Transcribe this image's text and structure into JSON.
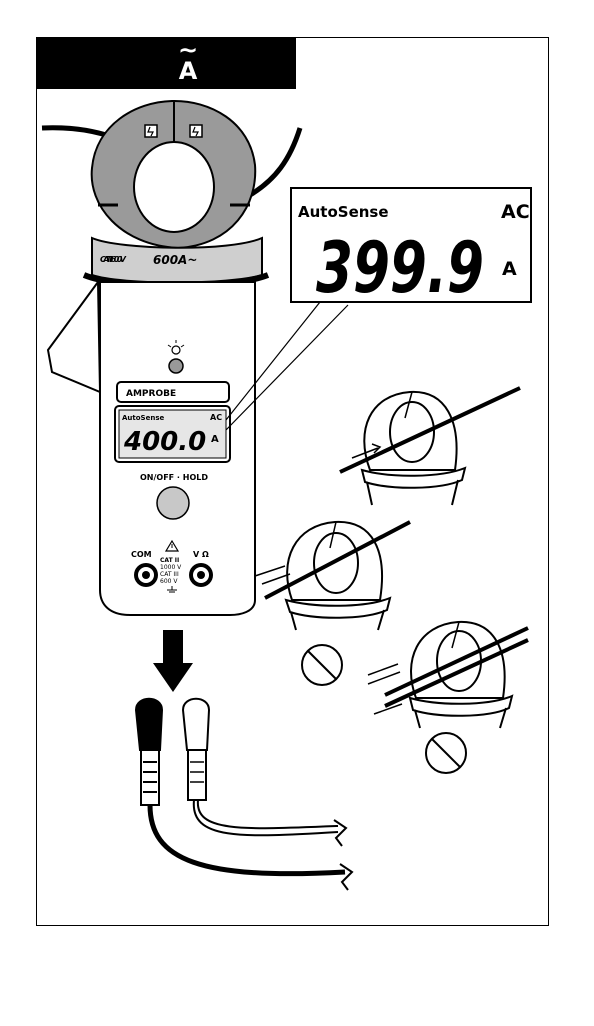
{
  "header": {
    "mode_tilde": "~",
    "mode_letter": "A"
  },
  "meter": {
    "brand": "AMPROBE",
    "jaw_rating": "600A~",
    "jaw_cat": "CAT III 600V",
    "lcd_mode": "AutoSense",
    "lcd_type": "AC",
    "lcd_value": "400.0",
    "lcd_unit": "A",
    "power_hold_label": "ON/OFF · HOLD",
    "com_label": "COM",
    "vohm_label": "V Ω",
    "cat_line1": "CAT II",
    "cat_line2": "1000 V",
    "cat_line3": "CAT III",
    "cat_line4": "600 V"
  },
  "callout_display": {
    "mode": "AutoSense",
    "type": "AC",
    "value": "399.9",
    "unit": "A"
  }
}
